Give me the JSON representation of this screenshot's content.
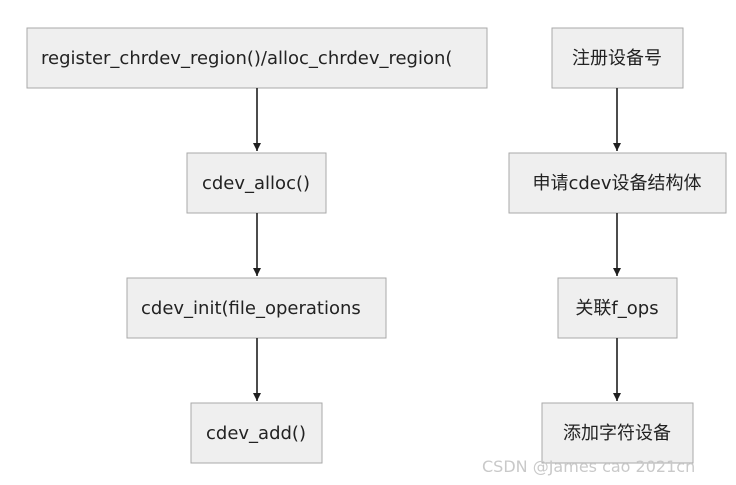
{
  "diagram": {
    "left_flow": {
      "nodes": [
        "register_chrdev_region()/alloc_chrdev_region(",
        "cdev_alloc()",
        "cdev_init(file_operations",
        "cdev_add()"
      ]
    },
    "right_flow": {
      "nodes": [
        "注册设备号",
        "申请cdev设备结构体",
        "关联f_ops",
        "添加字符设备"
      ]
    }
  },
  "watermark": "CSDN @James cao 2021cn"
}
